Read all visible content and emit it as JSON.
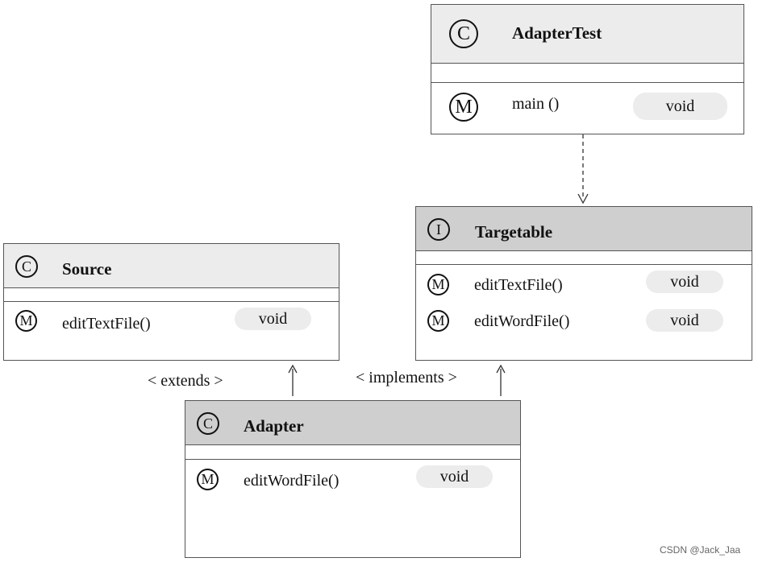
{
  "classes": {
    "adapter_test": {
      "badge": "C",
      "name": "AdapterTest",
      "methods": [
        {
          "badge": "M",
          "name": "main ()",
          "return_type": "void"
        }
      ]
    },
    "targetable": {
      "badge": "I",
      "name": "Targetable",
      "methods": [
        {
          "badge": "M",
          "name": "editTextFile()",
          "return_type": "void"
        },
        {
          "badge": "M",
          "name": "editWordFile()",
          "return_type": "void"
        }
      ]
    },
    "source": {
      "badge": "C",
      "name": "Source",
      "methods": [
        {
          "badge": "M",
          "name": "editTextFile()",
          "return_type": "void"
        }
      ]
    },
    "adapter": {
      "badge": "C",
      "name": "Adapter",
      "methods": [
        {
          "badge": "M",
          "name": "editWordFile()",
          "return_type": "void"
        }
      ]
    }
  },
  "relations": {
    "extends_label": "< extends >",
    "implements_label": "< implements >"
  },
  "colors": {
    "header_light": "#ececec",
    "header_dark": "#cfcfcf",
    "border": "#555555",
    "pill": "#ececec"
  },
  "watermark": "CSDN @Jack_Jaa"
}
